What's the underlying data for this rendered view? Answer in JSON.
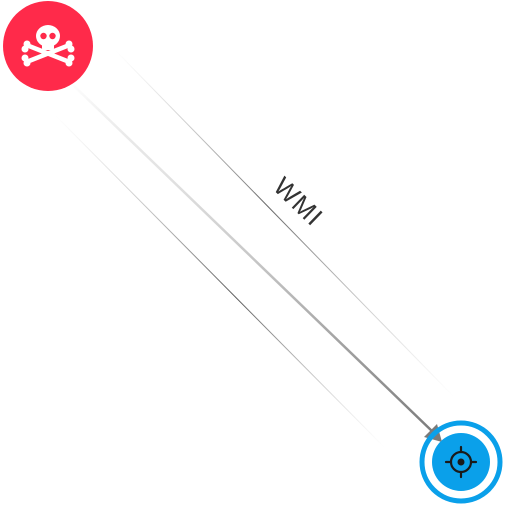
{
  "nodes": {
    "attacker": {
      "icon": "skull-crossbones-icon",
      "color": "#ff2a4a"
    },
    "target": {
      "icon": "crosshair-target-icon",
      "color": "#0aa0ea"
    }
  },
  "edge": {
    "label": "WMI",
    "from": "attacker",
    "to": "target"
  }
}
